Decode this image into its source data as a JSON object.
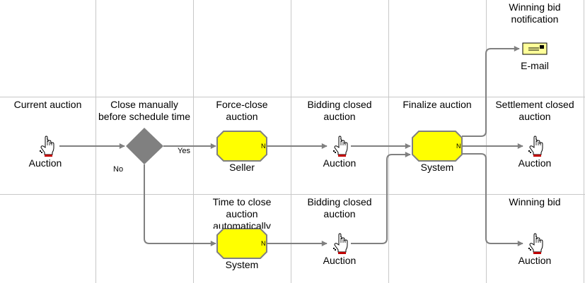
{
  "columns": [
    {
      "header": "",
      "nodes": [
        {
          "title": "Current auction",
          "caption": "Auction"
        },
        {
          "title": "",
          "caption": ""
        }
      ]
    },
    {
      "header": "",
      "nodes": [
        {
          "title_line1": "Close manually",
          "title_line2": "before schedule time"
        }
      ]
    },
    {
      "nodes": [
        {
          "title_line1": "Force-close",
          "title_line2": "auction",
          "caption": "Seller"
        },
        {
          "title_line1": "Time to close",
          "title_line2": "auction",
          "title_line3": "automatically",
          "caption": "System"
        }
      ]
    },
    {
      "nodes": [
        {
          "title_line1": "Bidding closed",
          "title_line2": "auction",
          "caption": "Auction"
        },
        {
          "title_line1": "Bidding closed",
          "title_line2": "auction",
          "caption": "Auction"
        }
      ]
    },
    {
      "nodes": [
        {
          "title": "Finalize auction",
          "caption": "System"
        }
      ]
    },
    {
      "nodes": [
        {
          "title_line1": "Winning bid",
          "title_line2": "notification",
          "caption": "E-mail"
        },
        {
          "title_line1": "Settlement closed",
          "title_line2": "auction",
          "caption": "Auction"
        },
        {
          "title": "Winning bid",
          "caption": "Auction"
        }
      ]
    }
  ],
  "decision": {
    "yes_label": "Yes",
    "no_label": "No"
  },
  "task_marker": "N",
  "colors": {
    "task_fill": "#ffff00",
    "decision_fill": "#808080",
    "grid": "#c8c8c8",
    "arrow": "#808080",
    "envelope": "#ffff99"
  }
}
